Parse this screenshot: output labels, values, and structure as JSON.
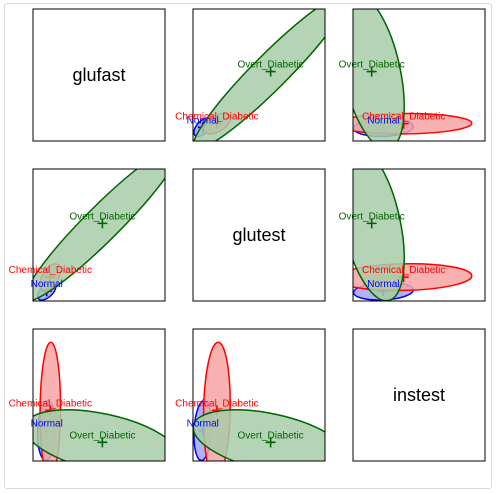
{
  "chart_data": {
    "type": "scatter",
    "title": "",
    "variables": [
      "glufast",
      "glutest",
      "instest"
    ],
    "groups": [
      {
        "name": "Normal",
        "color": "#0000ff",
        "fill": "#a3a3f5"
      },
      {
        "name": "Chemical_Diabetic",
        "color": "#ff0000",
        "fill": "#f7a3a3"
      },
      {
        "name": "Overt_Diabetic",
        "color": "#006400",
        "fill": "#a8cda8"
      }
    ],
    "ranges": {
      "glufast": [
        60,
        360
      ],
      "glutest": [
        250,
        1600
      ],
      "instest": [
        0,
        750
      ]
    },
    "grid": false,
    "legend": "none",
    "ellipses": [
      {
        "group": "Normal",
        "means": {
          "glufast": 91.2,
          "glutest": 349.9,
          "instest": 172.6
        },
        "sd": {
          "glufast": 8.5,
          "glutest": 36.9,
          "instest": 69.2
        },
        "r": {
          "glufast_glutest": 0.55,
          "glufast_instest": 0.1,
          "glutest_instest": 0.15
        }
      },
      {
        "group": "Chemical_Diabetic",
        "means": {
          "glufast": 99.3,
          "glutest": 493.9,
          "instest": 288.0
        },
        "sd": {
          "glufast": 9.5,
          "glutest": 55.7,
          "instest": 158.1
        },
        "r": {
          "glufast_glutest": 0.5,
          "glufast_instest": 0.05,
          "glutest_instest": 0.1
        }
      },
      {
        "group": "Overt_Diabetic",
        "means": {
          "glufast": 217.7,
          "glutest": 1043.8,
          "instest": 106.0
        },
        "sd": {
          "glufast": 72.1,
          "glutest": 323.7,
          "instest": 75.6
        },
        "r": {
          "glufast_glutest": 0.95,
          "glufast_instest": -0.45,
          "glutest_instest": -0.45
        }
      }
    ]
  }
}
